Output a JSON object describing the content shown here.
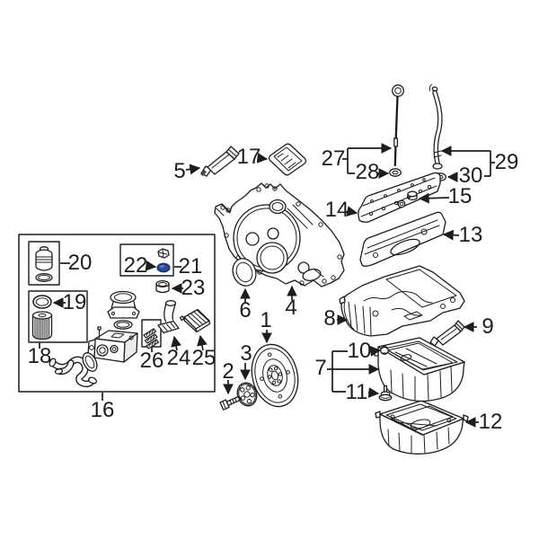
{
  "colors": {
    "background": "#ffffff",
    "line": "#1d1d1d",
    "highlight": "#2b4a9c"
  },
  "callouts": {
    "c1": "1",
    "c2": "2",
    "c3": "3",
    "c4": "4",
    "c5": "5",
    "c6": "6",
    "c7": "7",
    "c8": "8",
    "c9": "9",
    "c10": "10",
    "c11": "11",
    "c12": "12",
    "c13": "13",
    "c14": "14",
    "c15": "15",
    "c16": "16",
    "c17": "17",
    "c18": "18",
    "c19": "19",
    "c20": "20",
    "c21": "21",
    "c22": "22",
    "c23": "23",
    "c24": "24",
    "c25": "25",
    "c26": "26",
    "c27": "27",
    "c28": "28",
    "c29": "29",
    "c30": "30"
  }
}
